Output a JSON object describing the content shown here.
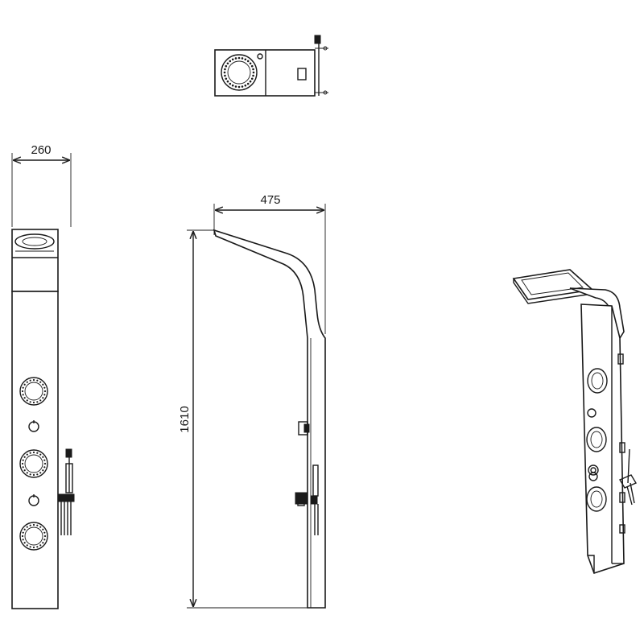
{
  "drawing": {
    "dimensions": {
      "width": "260",
      "depth": "475",
      "height": "1610"
    }
  },
  "colors": {
    "line": "#1a1a1a",
    "background": "#ffffff"
  }
}
